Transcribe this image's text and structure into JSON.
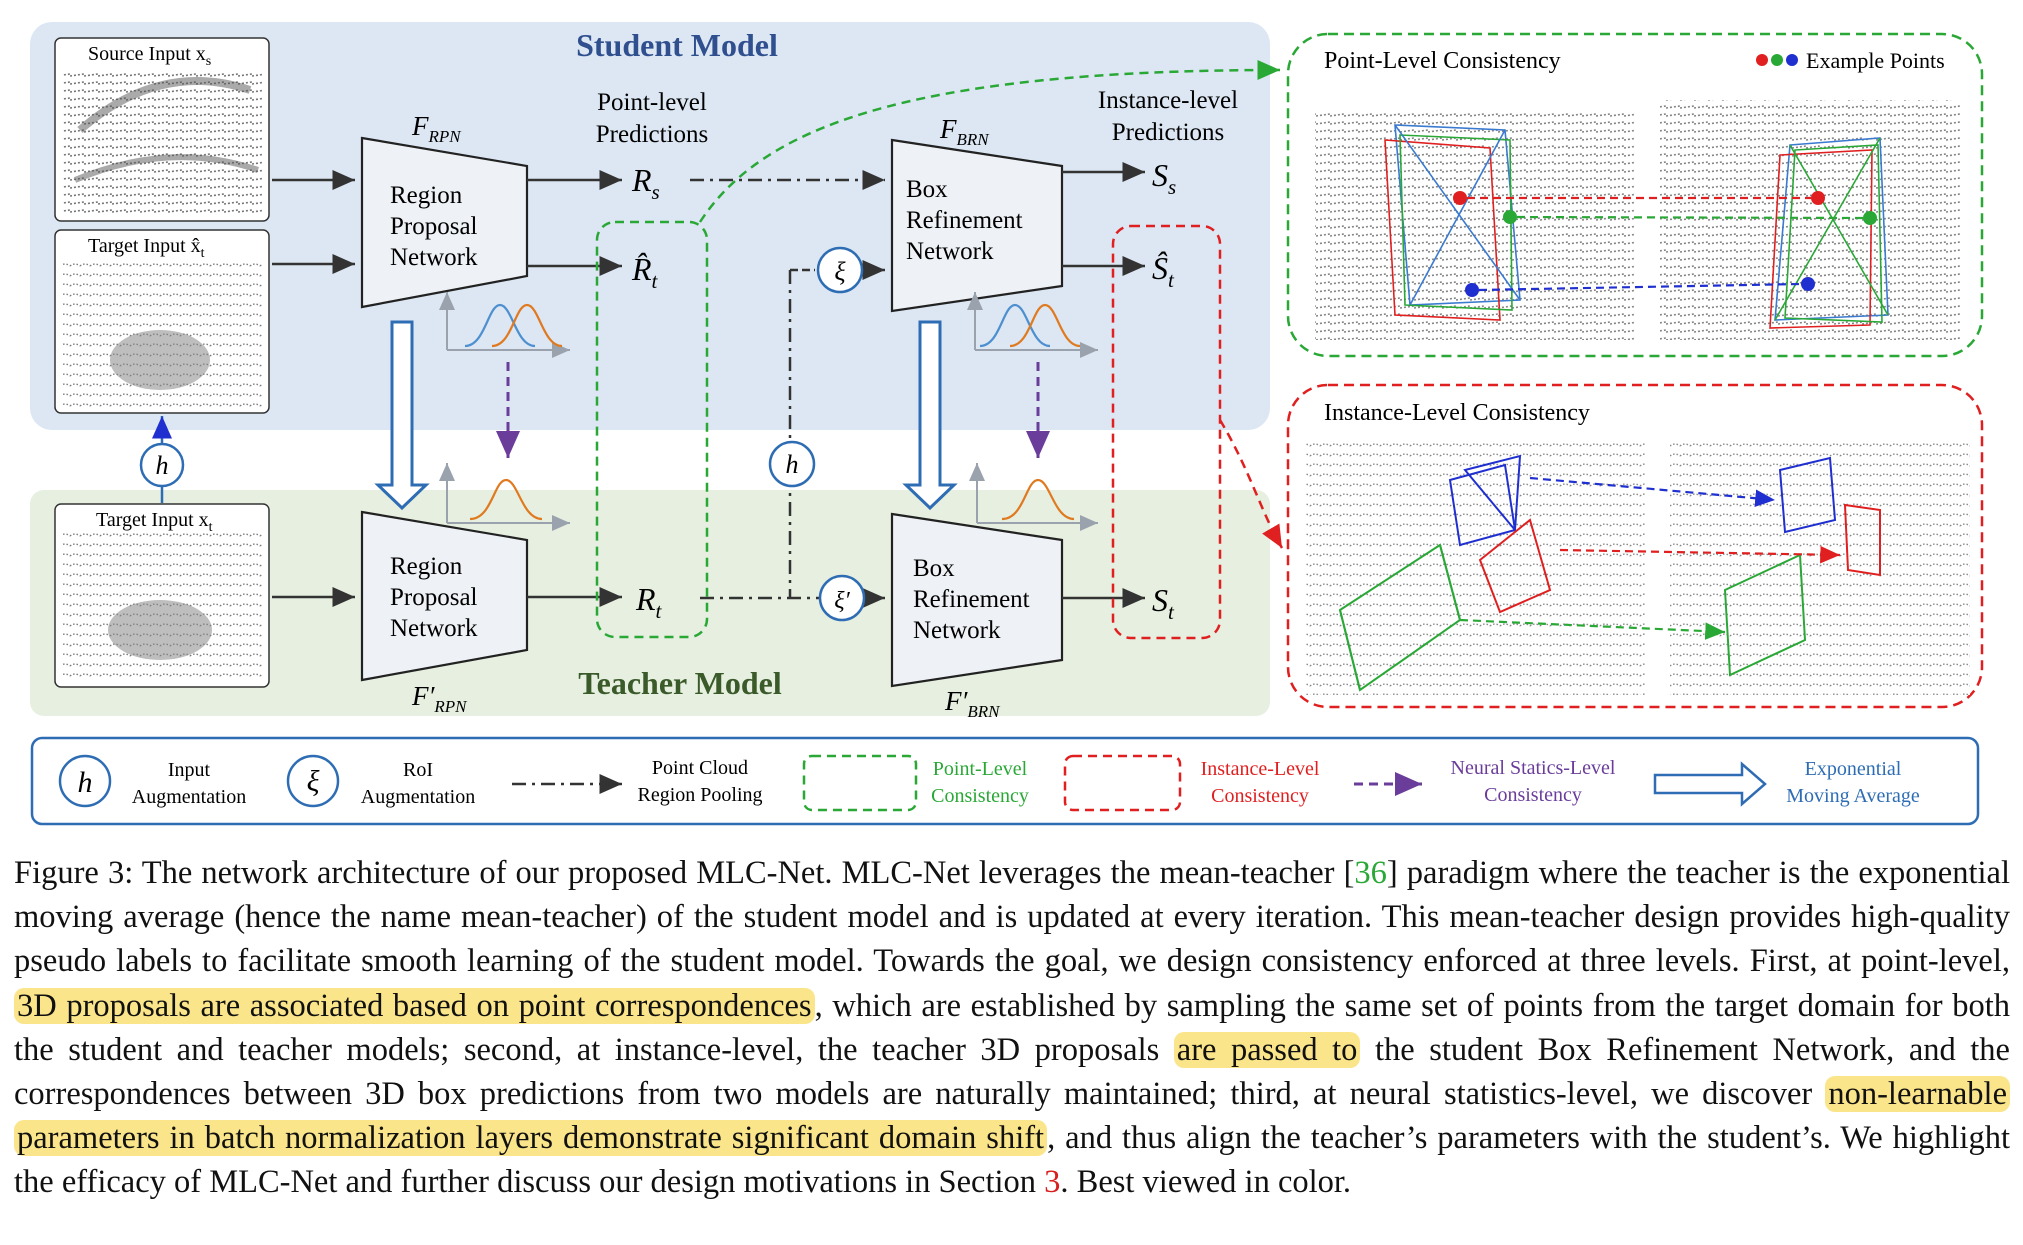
{
  "figure": {
    "student_title": "Student Model",
    "teacher_title": "Teacher Model",
    "source_input_label": "Source Input x",
    "source_input_sub": "s",
    "target_input_hat_label": "Target Input x̂",
    "target_input_hat_sub": "t",
    "target_input_label": "Target Input x",
    "target_input_sub": "t",
    "h_symbol": "h",
    "xi_symbol": "ξ",
    "xi_prime_symbol": "ξ′",
    "rpn_student": {
      "line1": "Region",
      "line2": "Proposal",
      "line3": "Network",
      "symbol": "F",
      "sub": "RPN"
    },
    "rpn_teacher": {
      "line1": "Region",
      "line2": "Proposal",
      "line3": "Network",
      "symbol": "F′",
      "sub": "RPN"
    },
    "brn_student": {
      "line1": "Box",
      "line2": "Refinement",
      "line3": "Network",
      "symbol": "F",
      "sub": "BRN"
    },
    "brn_teacher": {
      "line1": "Box",
      "line2": "Refinement",
      "line3": "Network",
      "symbol": "F′",
      "sub": "BRN"
    },
    "point_level_predictions": [
      "Point-level",
      "Predictions"
    ],
    "instance_level_predictions": [
      "Instance-level",
      "Predictions"
    ],
    "R_s": {
      "sym": "R",
      "sub": "s"
    },
    "R_t_hat": {
      "sym": "R̂",
      "sub": "t"
    },
    "R_t": {
      "sym": "R",
      "sub": "t"
    },
    "S_s": {
      "sym": "S",
      "sub": "s"
    },
    "S_t_hat": {
      "sym": "Ŝ",
      "sub": "t"
    },
    "S_t": {
      "sym": "S",
      "sub": "t"
    },
    "point_level_consistency_title": "Point-Level Consistency",
    "example_points_label": "Example Points",
    "instance_level_consistency_title": "Instance-Level Consistency"
  },
  "legend": {
    "input_aug": [
      "Input",
      "Augmentation"
    ],
    "roi_aug": [
      "RoI",
      "Augmentation"
    ],
    "pooling": [
      "Point Cloud",
      "Region Pooling"
    ],
    "point_cons": [
      "Point-Level",
      "Consistency"
    ],
    "instance_cons": [
      "Instance-Level",
      "Consistency"
    ],
    "neural_cons": [
      "Neural Statics-Level",
      "Consistency"
    ],
    "ema": [
      "Exponential",
      "Moving Average"
    ]
  },
  "caption": {
    "prefix": "Figure 3: The network architecture of our proposed MLC-Net. MLC-Net leverages the mean-teacher [",
    "ref36": "36",
    "part1": "] paradigm where the teacher is the exponential moving average (hence the name mean-teacher) of the student model and is updated at every iteration. This mean-teacher design provides high-quality pseudo labels to facilitate smooth learning of the student model. Towards the goal, we design consistency enforced at three levels. First, at point-level, ",
    "hl1": "3D proposals are associated based on point correspondences",
    "part2": ", which are established by sampling the same set of points from the target domain for both the student and teacher models; second, at instance-level, the teacher 3D proposals ",
    "hl2": "are passed to",
    "part3": " the student Box Refinement Network, and the correspondences between 3D box predictions from two models are naturally maintained; third, at neural statistics-level, we discover ",
    "hl3": "non-learnable parameters in batch normalization layers demonstrate significant domain shift",
    "part4": ", and thus align the teacher’s parameters with the student’s. We highlight the efficacy of MLC-Net and further discuss our design motivations in Section ",
    "ref3": "3",
    "part5": ". Best viewed in color."
  },
  "colors": {
    "student_bg": "#dce7f3",
    "teacher_bg": "#e6efe0",
    "point_green": "#2aa836",
    "instance_red": "#e02020",
    "neural_purple": "#6a3d9a",
    "ema_blue": "#2e6db4",
    "student_title": "#2f4f8f",
    "teacher_title": "#3a5a2a",
    "curve_blue": "#4d8fcf",
    "curve_orange": "#e07a20"
  }
}
